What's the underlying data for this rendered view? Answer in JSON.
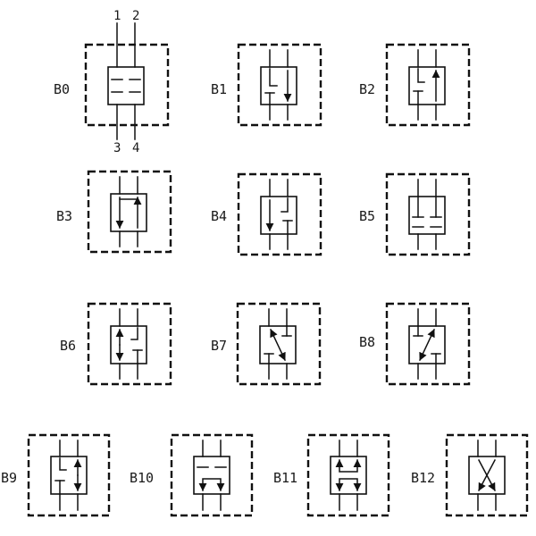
{
  "figure": {
    "cells": [
      {
        "label": "B0",
        "pattern": "closed",
        "ports_top": [
          "1",
          "2"
        ],
        "ports_bottom": [
          "3",
          "4"
        ]
      },
      {
        "label": "B1",
        "pattern": "right-down"
      },
      {
        "label": "B2",
        "pattern": "right-up"
      },
      {
        "label": "B3",
        "pattern": "dual-cross-arrows"
      },
      {
        "label": "B4",
        "pattern": "left-down"
      },
      {
        "label": "B5",
        "pattern": "closed-lower"
      },
      {
        "label": "B6",
        "pattern": "left-up-down"
      },
      {
        "label": "B7",
        "pattern": "diagonal-left-top"
      },
      {
        "label": "B8",
        "pattern": "diagonal-right-top"
      },
      {
        "label": "B9",
        "pattern": "right-up-down"
      },
      {
        "label": "B10",
        "pattern": "loop-bottom"
      },
      {
        "label": "B11",
        "pattern": "loop-top-bottom"
      },
      {
        "label": "B12",
        "pattern": "crossover"
      }
    ]
  }
}
